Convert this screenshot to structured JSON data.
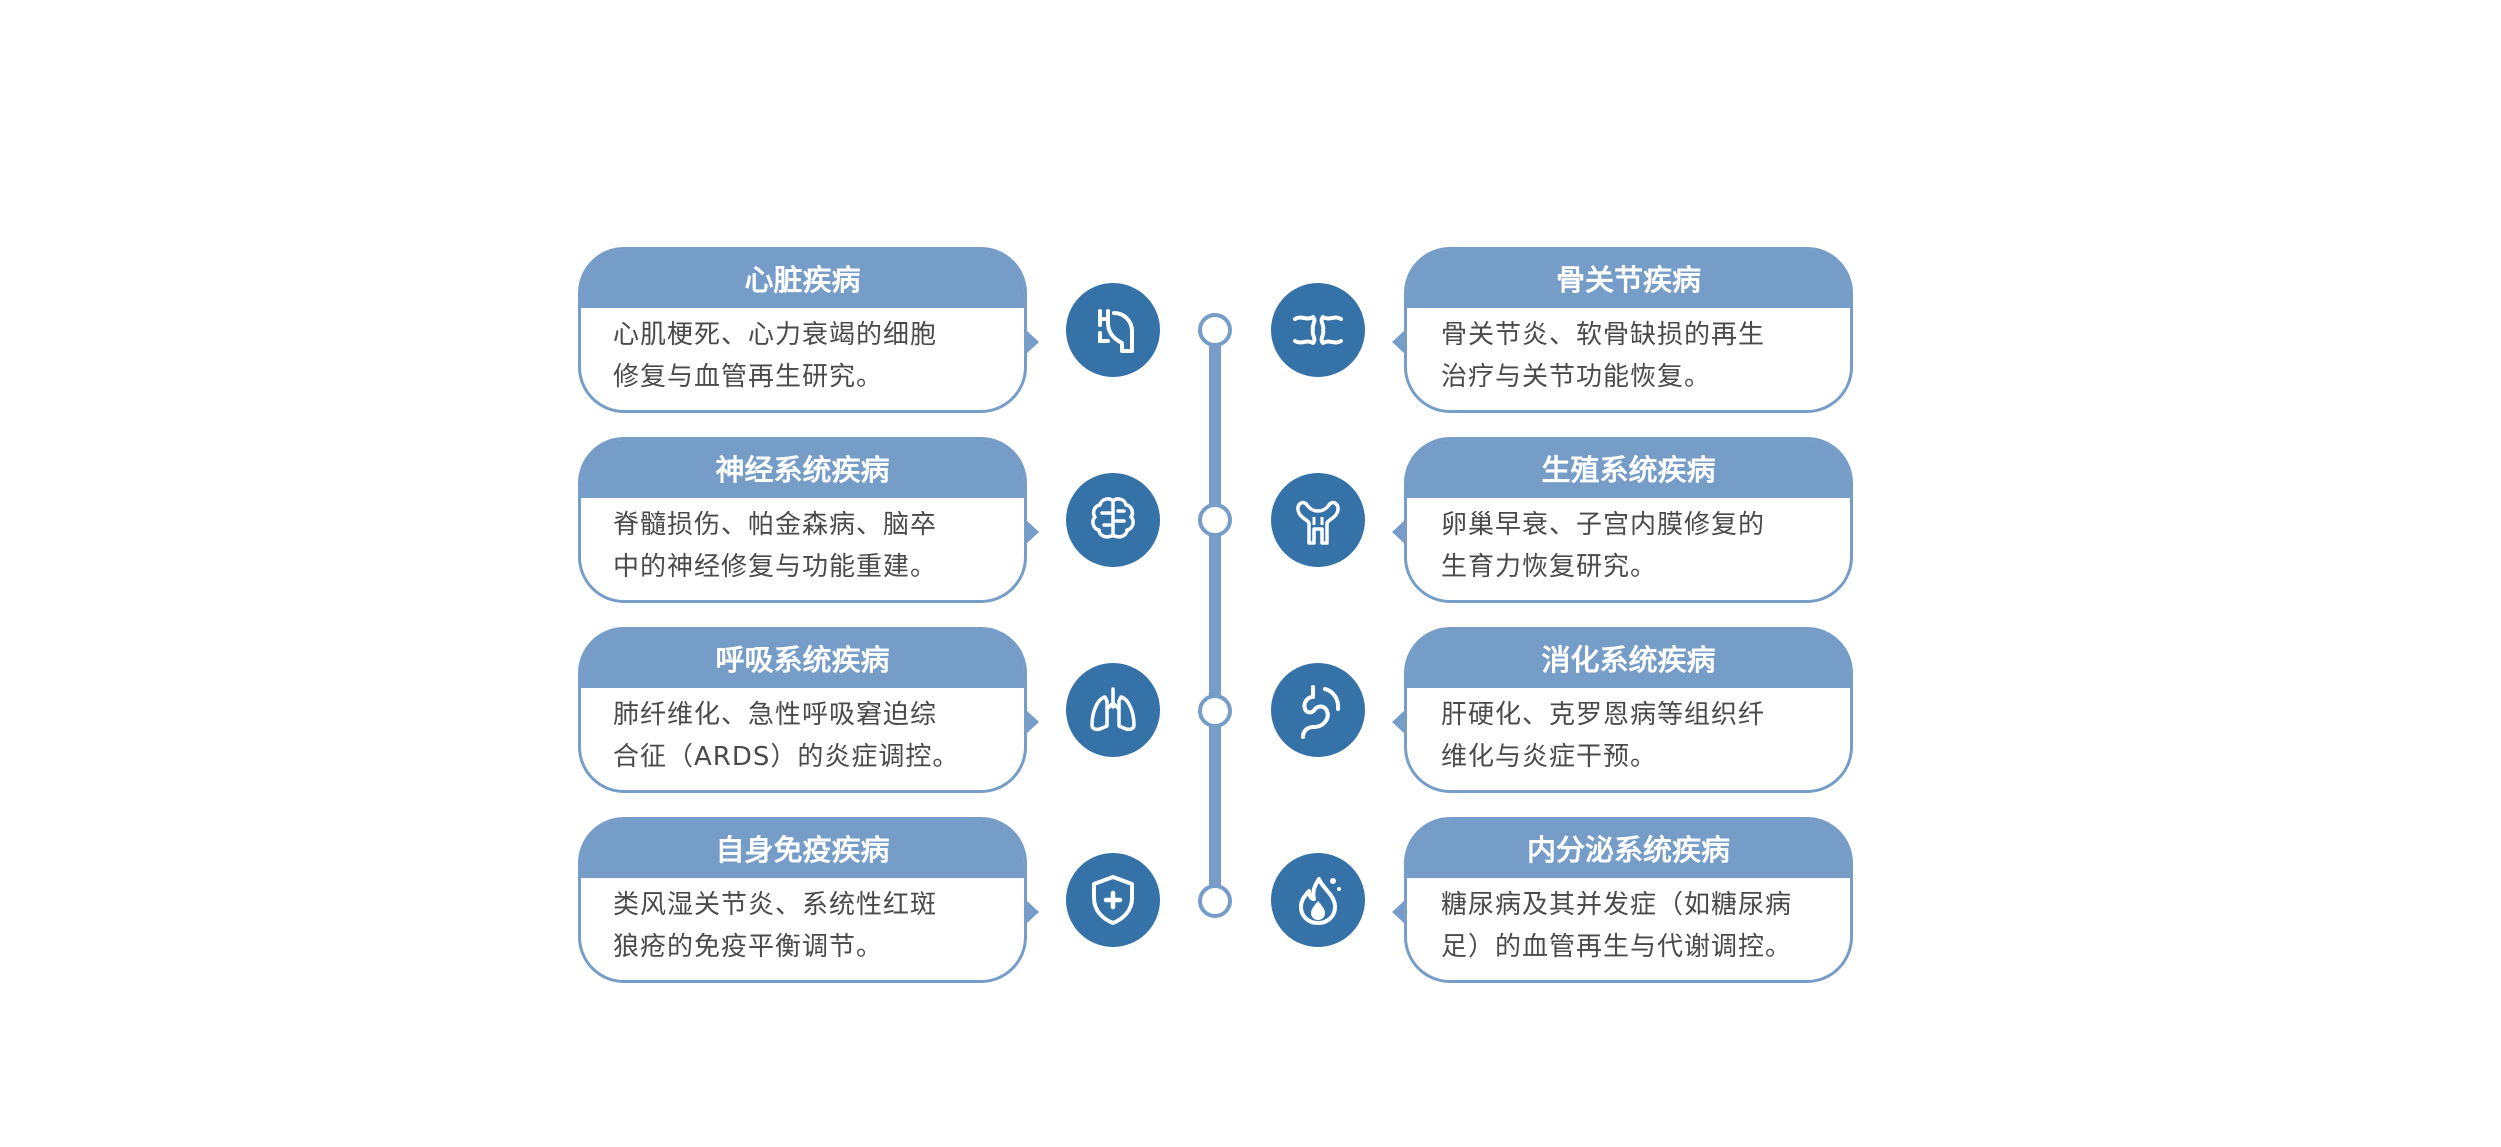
{
  "colors": {
    "header": "#769dc7",
    "icon_bg": "#3572a8",
    "text": "#4a4a4a"
  },
  "left": [
    {
      "title": "心脏疾病",
      "lines": [
        "心肌梗死、心力衰竭的细胞",
        "修复与血管再生研究。"
      ],
      "icon": "heart-icon"
    },
    {
      "title": "神经系统疾病",
      "lines": [
        "脊髓损伤、帕金森病、脑卒",
        "中的神经修复与功能重建。"
      ],
      "icon": "brain-icon"
    },
    {
      "title": "呼吸系统疾病",
      "lines": [
        "肺纤维化、急性呼吸窘迫综",
        "合征（ARDS）的炎症调控。"
      ],
      "icon": "lungs-icon"
    },
    {
      "title": "自身免疫疾病",
      "lines": [
        "类风湿关节炎、系统性红斑",
        "狼疮的免疫平衡调节。"
      ],
      "icon": "shield-icon"
    }
  ],
  "right": [
    {
      "title": "骨关节疾病",
      "lines": [
        "骨关节炎、软骨缺损的再生",
        "治疗与关节功能恢复。"
      ],
      "icon": "joint-icon"
    },
    {
      "title": "生殖系统疾病",
      "lines": [
        "卵巢早衰、子宫内膜修复的",
        "生育力恢复研究。"
      ],
      "icon": "uterus-icon"
    },
    {
      "title": "消化系统疾病",
      "lines": [
        "肝硬化、克罗恩病等组织纤",
        "维化与炎症干预。"
      ],
      "icon": "stomach-icon"
    },
    {
      "title": "内分泌系统疾病",
      "lines": [
        "糖尿病及其并发症（如糖尿病",
        "足）的血管再生与代谢调控。"
      ],
      "icon": "flame-drop-icon"
    }
  ]
}
